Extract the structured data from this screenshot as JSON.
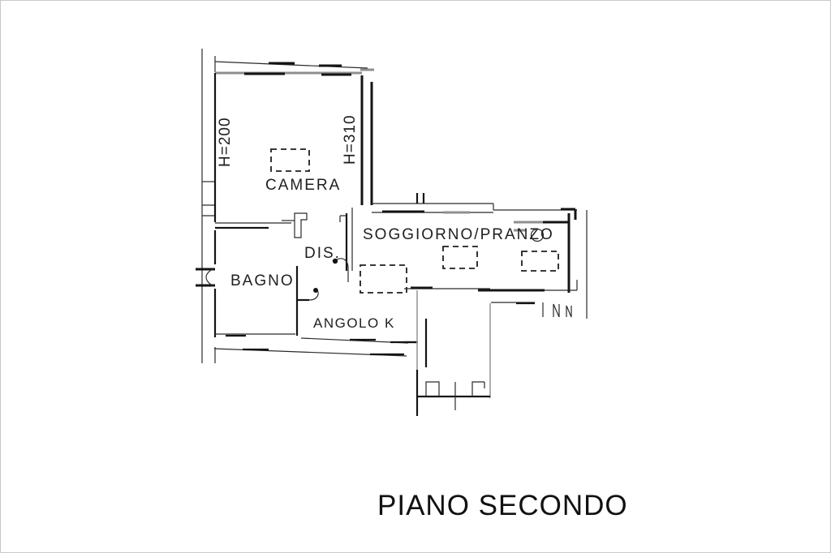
{
  "title": "PIANO SECONDO",
  "colors": {
    "ink": "#1f1f1f",
    "wall_gray": "#8f8f8f",
    "background": "#ffffff"
  },
  "rooms": [
    {
      "id": "camera",
      "label": "CAMERA"
    },
    {
      "id": "disimpegno",
      "label": "DIS."
    },
    {
      "id": "bagno",
      "label": "BAGNO"
    },
    {
      "id": "angolo-cottura",
      "label": "ANGOLO K"
    },
    {
      "id": "soggiorno-pranzo",
      "label": "SOGGIORNO/PRANZO"
    }
  ],
  "annotations": [
    {
      "id": "ceiling-height-low",
      "label": "H=200"
    },
    {
      "id": "ceiling-height-high",
      "label": "H=310"
    }
  ],
  "symbols": {
    "skylights": 4,
    "doors": 4,
    "window": "bagno-left-wall",
    "chimney": "soggiorno-top-wall"
  }
}
